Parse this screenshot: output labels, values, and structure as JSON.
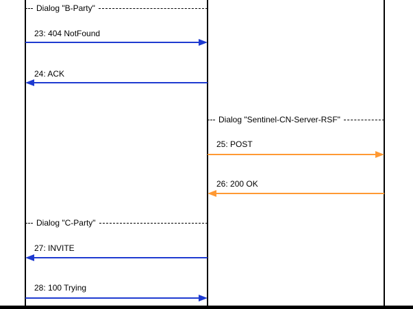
{
  "diagram": {
    "type": "sip-sequence-diagram",
    "colors": {
      "message_blue": "#1d3ad0",
      "message_orange": "#ff9933",
      "lifeline": "#000000"
    },
    "lifelines": [
      {
        "id": "left"
      },
      {
        "id": "middle"
      },
      {
        "id": "right"
      }
    ],
    "dialogs": [
      {
        "label": "Dialog \"B-Party\"",
        "span": "left-middle"
      },
      {
        "label": "Dialog \"Sentinel-CN-Server-RSF\"",
        "span": "middle-right"
      },
      {
        "label": "Dialog \"C-Party\"",
        "span": "left-middle"
      }
    ],
    "messages": [
      {
        "label": "23: 404 NotFound",
        "from": "left",
        "to": "middle",
        "color": "#1d3ad0"
      },
      {
        "label": "24: ACK",
        "from": "middle",
        "to": "left",
        "color": "#1d3ad0"
      },
      {
        "label": "25: POST",
        "from": "middle",
        "to": "right",
        "color": "#ff9933"
      },
      {
        "label": "26: 200 OK",
        "from": "right",
        "to": "middle",
        "color": "#ff9933"
      },
      {
        "label": "27: INVITE",
        "from": "middle",
        "to": "left",
        "color": "#1d3ad0"
      },
      {
        "label": "28: 100 Trying",
        "from": "left",
        "to": "middle",
        "color": "#1d3ad0"
      }
    ]
  }
}
